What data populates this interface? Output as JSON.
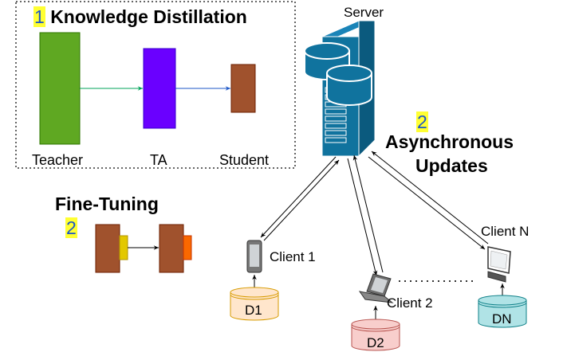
{
  "kd": {
    "num": "1",
    "title": "Knowledge Distillation",
    "teacher": "Teacher",
    "ta": "TA",
    "student": "Student"
  },
  "server": {
    "label": "Server"
  },
  "async": {
    "num": "2",
    "line1": "Asynchronous",
    "line2": "Updates"
  },
  "finetune": {
    "title": "Fine-Tuning",
    "num": "2"
  },
  "clients": {
    "c1": {
      "label": "Client 1",
      "data": "D1"
    },
    "c2": {
      "label": "Client 2",
      "data": "D2"
    },
    "cn": {
      "label": "Client N",
      "data": "DN"
    }
  },
  "colors": {
    "teacher": "#5fa822",
    "ta": "#6a00ff",
    "student": "#a0522d",
    "adapter_yellow": "#e3c800",
    "adapter_orange": "#fa6800",
    "server_blue": "#10739e",
    "d1_fill": "#ffe6cc",
    "d2_fill": "#f8cecc",
    "dn_fill": "#b0e3e6"
  }
}
